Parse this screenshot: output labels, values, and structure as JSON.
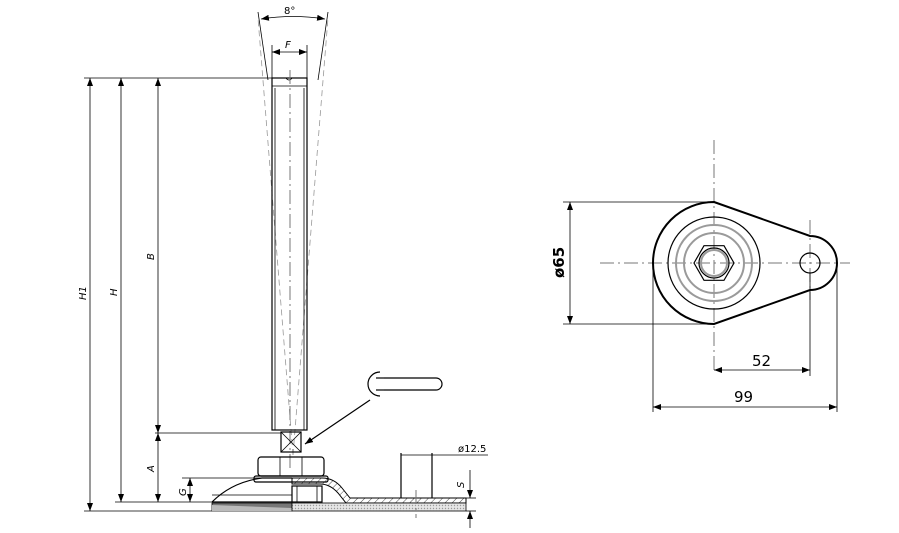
{
  "side_view": {
    "angle": "8°",
    "thread_width": "F",
    "height_total": "H1",
    "height": "H",
    "stem_length": "B",
    "base_to_nut": "A",
    "base_height": "G",
    "pad_thickness": "S",
    "hole_diameter": "ø12.5"
  },
  "top_view": {
    "base_diameter": "ø65",
    "hole_offset": "52",
    "overall_length": "99"
  },
  "colors": {
    "line": "#000000",
    "circle_grey": "#9a9a9a",
    "pad_dark": "#777777",
    "pad_light": "#d8d8d8"
  }
}
